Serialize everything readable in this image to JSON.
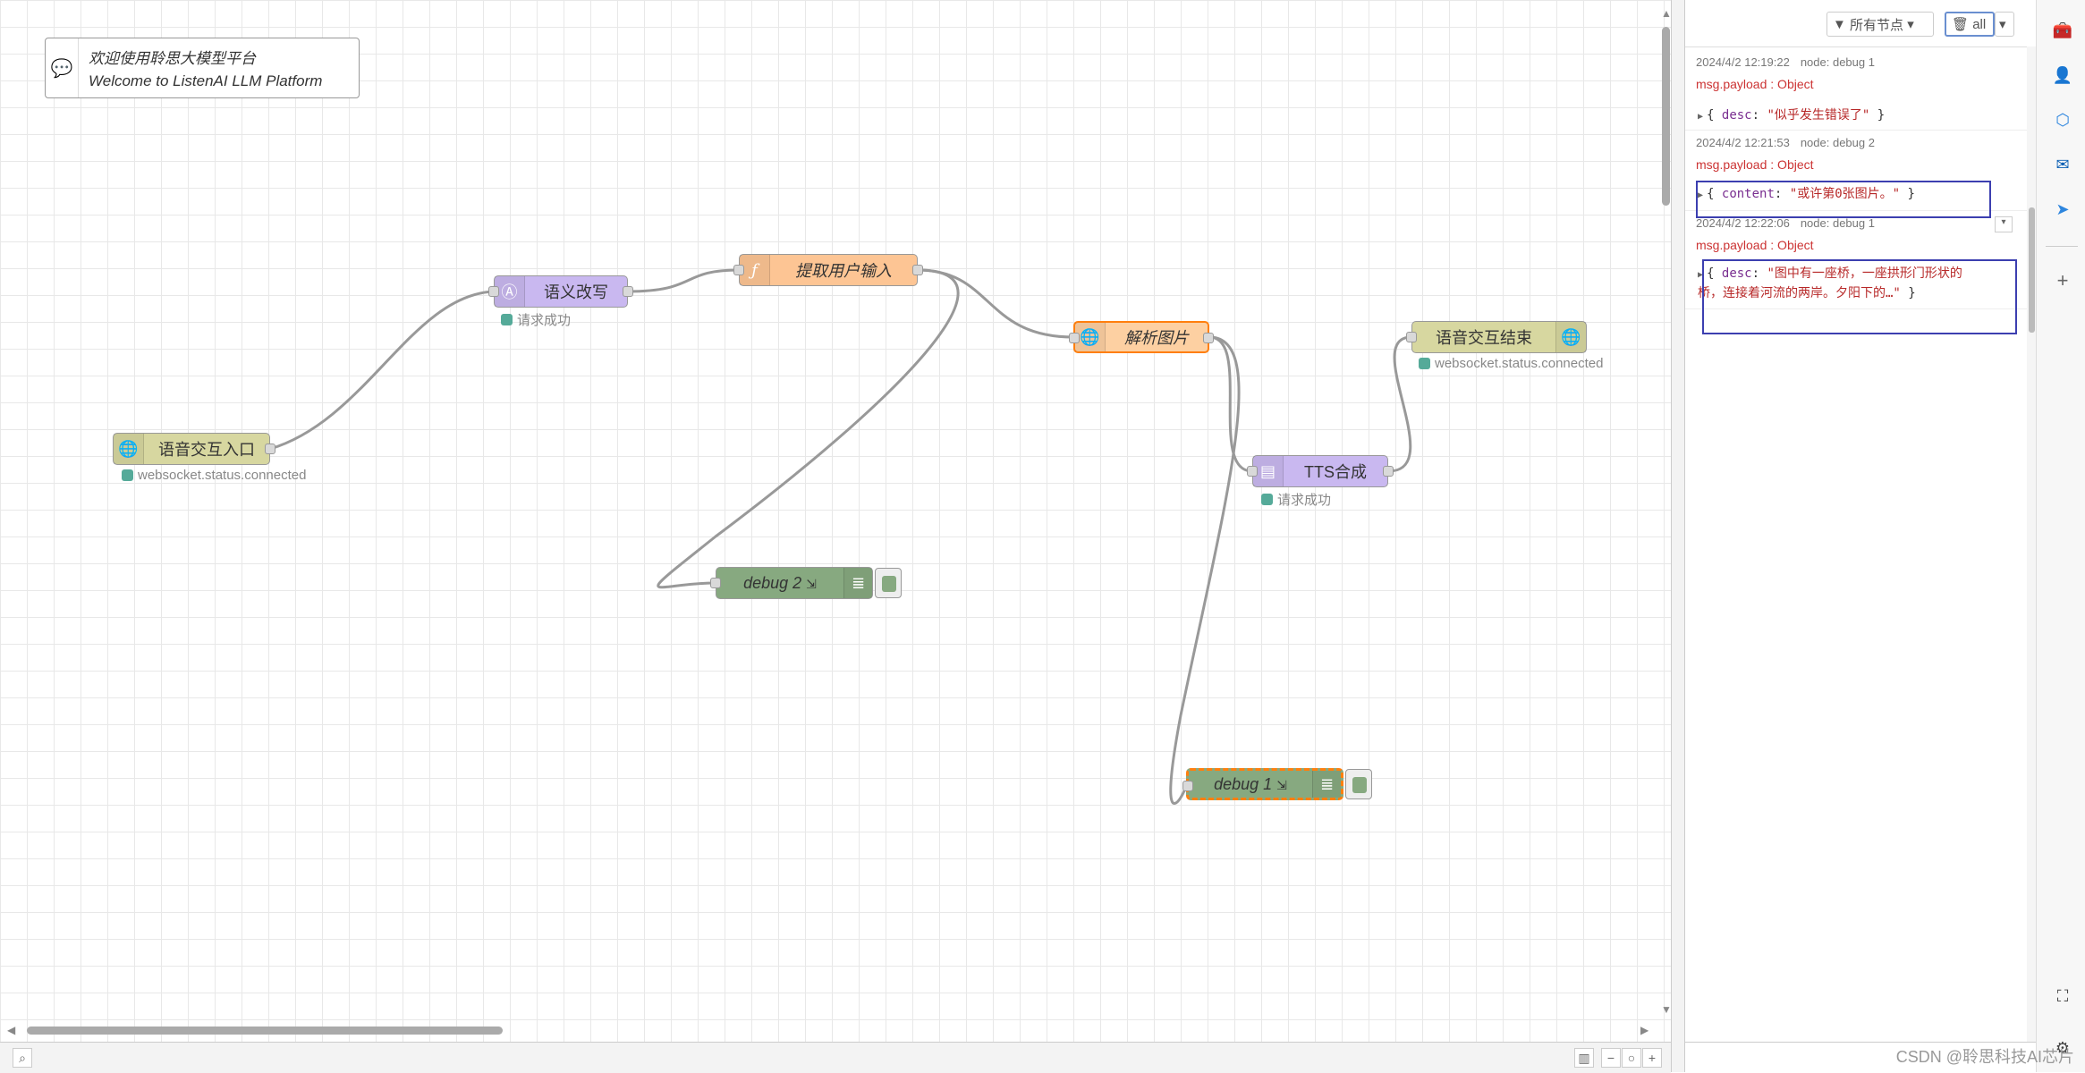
{
  "comment": {
    "line1": "欢迎使用聆思大模型平台",
    "line2": "Welcome to ListenAI LLM Platform"
  },
  "nodes": {
    "voice_in": {
      "label": "语音交互入口",
      "status": "websocket.status.connected",
      "color": "#d7d7a0"
    },
    "rewrite": {
      "label": "语义改写",
      "status": "请求成功",
      "color": "#c9b8f0"
    },
    "extract": {
      "label": "提取用户输入",
      "color": "#fdc594"
    },
    "parse_img": {
      "label": "解析图片",
      "color": "#fdd0a2"
    },
    "voice_end": {
      "label": "语音交互结束",
      "status": "websocket.status.connected",
      "color": "#d7d7a0"
    },
    "tts": {
      "label": "TTS合成",
      "status": "请求成功",
      "color": "#c9b8f0"
    },
    "debug2": {
      "label": "debug 2",
      "color": "#87a980"
    },
    "debug1": {
      "label": "debug 1",
      "color": "#87a980"
    }
  },
  "sidebar": {
    "filter_label": "所有节点",
    "clear_label": "all",
    "messages": [
      {
        "time": "2024/4/2 12:19:22",
        "node": "node: debug 1",
        "path": "msg.payload : Object",
        "key": "desc",
        "value": "\"似乎发生错误了\""
      },
      {
        "time": "2024/4/2 12:21:53",
        "node": "node: debug 2",
        "path": "msg.payload : Object",
        "key": "content",
        "value": "\"或许第0张图片。\""
      },
      {
        "time": "2024/4/2 12:22:06",
        "node": "node: debug 1",
        "path": "msg.payload : Object",
        "key": "desc",
        "value": "\"图中有一座桥，一座拱形门形状的",
        "value2": "桥，连接着河流的两岸。夕阳下的…\""
      }
    ]
  },
  "watermark": "CSDN @聆思科技AI芯片"
}
